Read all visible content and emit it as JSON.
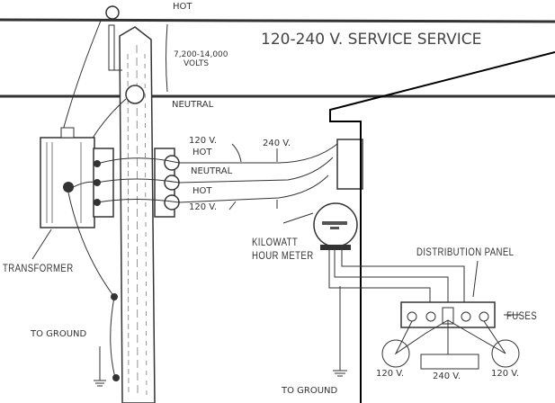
{
  "title": "120-240 V. SERVICE SERVICE",
  "labels": {
    "hot_top": "HOT",
    "primary_voltage_line1": "7,200-14,000",
    "primary_voltage_line2": "VOLTS",
    "neutral_top": "NEUTRAL",
    "hot_120_upper_v": "120 V.",
    "hot_120_upper": "HOT",
    "v240_top": "240 V.",
    "neutral_mid": "NEUTRAL",
    "hot_lower": "HOT",
    "hot_120_lower_v": "120 V.",
    "meter_line1": "KILOWATT",
    "meter_line2": "HOUR METER",
    "transformer": "TRANSFORMER",
    "ground_left": "TO GROUND",
    "ground_right": "TO GROUND",
    "distribution_panel": "DISTRIBUTION PANEL",
    "fuses": "FUSES",
    "load_left": "120 V.",
    "load_mid": "240 V.",
    "load_right": "120 V."
  }
}
